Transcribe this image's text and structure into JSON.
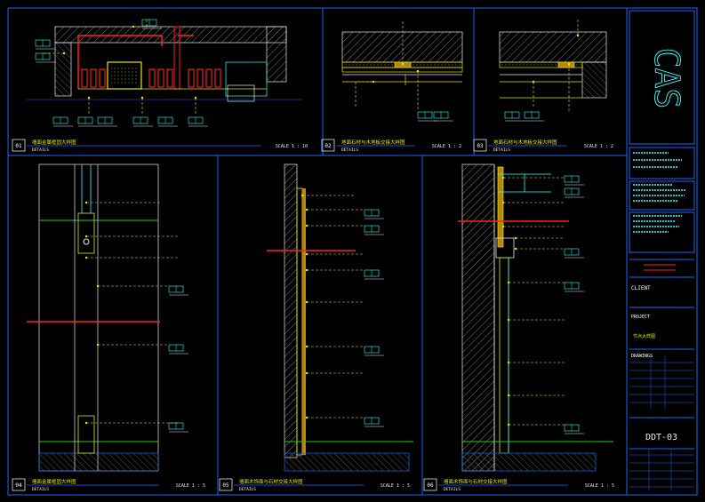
{
  "brand": {
    "logo_text": "CAS"
  },
  "colors": {
    "frame": "#1a66ff",
    "line_yellow": "#e6e600",
    "line_cyan": "#33ffff",
    "line_red": "#ff2020",
    "line_green": "#22cc22",
    "line_white": "#e8e8e8",
    "hatch": "#808080",
    "label_white": "#ffffff"
  },
  "panels": [
    {
      "number": "01",
      "title": "墙面金属框固大样图",
      "subtitle": "DETAILS",
      "scale": "SCALE 1 : 10"
    },
    {
      "number": "02",
      "title": "地面石材与木地板交接大样图",
      "subtitle": "DETAILS",
      "scale": "SCALE 1 : 2"
    },
    {
      "number": "03",
      "title": "地面石材与木地板交接大样图",
      "subtitle": "DETAILS",
      "scale": "SCALE 1 : 2"
    },
    {
      "number": "04",
      "title": "墙面金属框固大样图",
      "subtitle": "DETAILS",
      "scale": "SCALE 1 : 5"
    },
    {
      "number": "05",
      "title": "墙面木饰面与石材交接大样图",
      "subtitle": "DETAILS",
      "scale": "SCALE 1 : 5"
    },
    {
      "number": "06",
      "title": "墙面木饰面与石材交接大样图",
      "subtitle": "DETAILS",
      "scale": "SCALE 1 : 5"
    }
  ],
  "title_block": {
    "client_label": "CLIENT",
    "project_label": "PROJECT",
    "drawings_label": "DRAWINGS",
    "drawing_number": "DDT-03",
    "drawing_title": "节点大样图"
  }
}
